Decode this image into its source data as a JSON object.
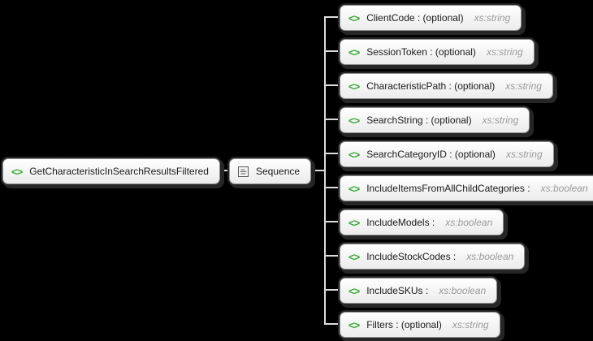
{
  "diagram": {
    "background_color": "#000000",
    "connector_color": "#dcdcdc",
    "element_accent_color": "#3aaa35",
    "element_glyph": "<>",
    "root": {
      "label": "GetCharacteristicInSearchResultsFiltered"
    },
    "compositor": {
      "label": "Sequence",
      "icon": "sequence-icon"
    },
    "children": [
      {
        "label": "ClientCode : (optional)",
        "type": "xs:string"
      },
      {
        "label": "SessionToken : (optional)",
        "type": "xs:string"
      },
      {
        "label": "CharacteristicPath : (optional)",
        "type": "xs:string"
      },
      {
        "label": "SearchString : (optional)",
        "type": "xs:string"
      },
      {
        "label": "SearchCategoryID : (optional)",
        "type": "xs:string"
      },
      {
        "label": "IncludeItemsFromAllChildCategories :",
        "type": "xs:boolean"
      },
      {
        "label": "IncludeModels :",
        "type": "xs:boolean"
      },
      {
        "label": "IncludeStockCodes :",
        "type": "xs:boolean"
      },
      {
        "label": "IncludeSKUs :",
        "type": "xs:boolean"
      },
      {
        "label": "Filters : (optional)",
        "type": "xs:string"
      }
    ]
  }
}
